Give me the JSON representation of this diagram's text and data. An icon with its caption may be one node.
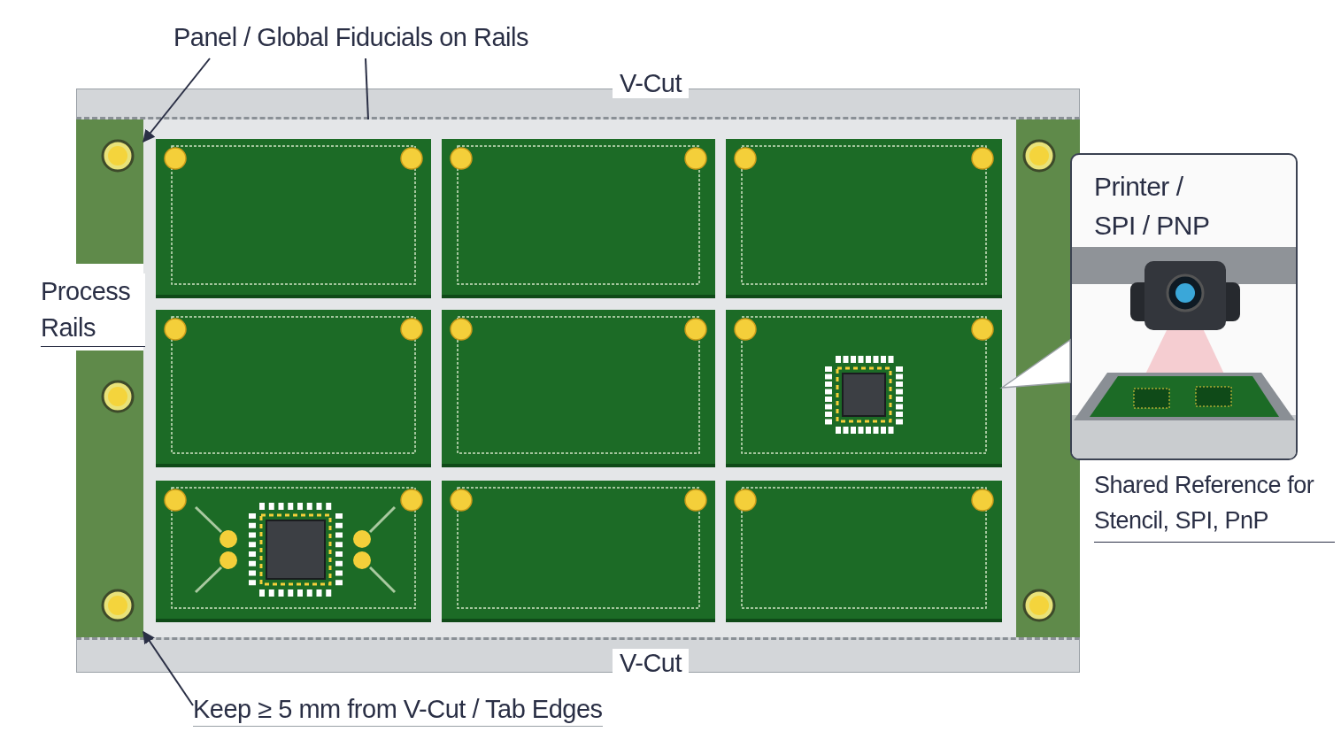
{
  "diagram": {
    "nodes": [
      {
        "text": [
          "Panel / Global Fiducials on Rails"
        ]
      },
      {
        "text": [],
        "shape": "bar"
      },
      {
        "text": [],
        "shape": "bar"
      },
      {
        "text": [],
        "shape": "bar"
      },
      {
        "text": [],
        "shape": "bar"
      },
      {
        "text": [],
        "shape": "box"
      },
      {
        "text": [],
        "shape": "box"
      },
      {
        "text": [],
        "shape": "box"
      },
      {
        "text": [],
        "shape": "box"
      },
      {
        "text": [],
        "shape": "box"
      },
      {
        "text": [],
        "shape": "box"
      },
      {
        "text": [],
        "shape": "box"
      },
      {
        "text": [],
        "shape": "box"
      },
      {
        "text": [],
        "shape": "box"
      },
      {
        "text": [
          "Printer / SPI / PNP"
        ],
        "beside": [
          "Shared Reference for Stencil, SPI, PnP"
        ]
      },
      {
        "text": [],
        "shape": "bar"
      },
      {
        "text": [
          "Keep ≥ 5 mm from V-Cut / Tab Edges"
        ]
      }
    ],
    "edges": [
      {
        "from": 0,
        "to": 2,
        "arrow": "to"
      },
      {
        "from": 0,
        "to": 1,
        "arrow": "none"
      },
      {
        "from": 16,
        "to": 4,
        "arrow": "to"
      },
      {
        "from": 14,
        "to": 10,
        "arrow": "to"
      }
    ],
    "labels": [
      "V-Cut",
      "Process Rails",
      "V-Cut"
    ]
  }
}
